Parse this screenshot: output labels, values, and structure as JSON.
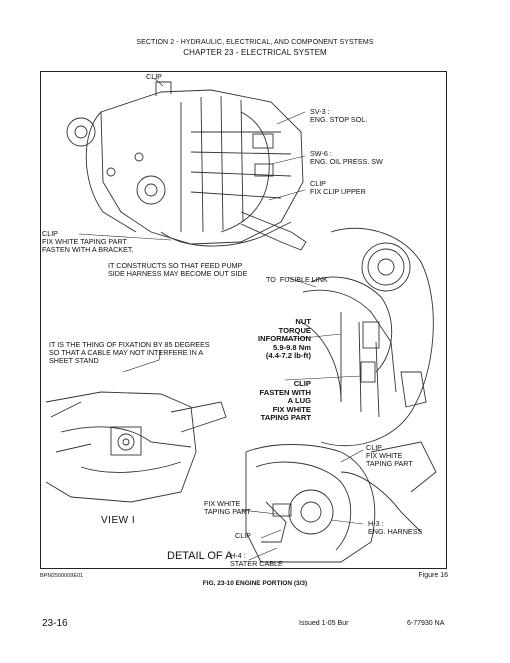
{
  "header": {
    "section": "SECTION 2 - HYDRAULIC, ELECTRICAL, AND COMPONENT SYSTEMS",
    "chapter": "CHAPTER 23 - ELECTRICAL SYSTEM"
  },
  "labels": {
    "clip_top": "CLIP",
    "sv3": "SV-3 :\nENG. STOP SOL.",
    "sw6": "SW-6 :\nENG. OIL PRESS. SW",
    "clip_fix_upper": "CLIP\nFIX CLIP UPPER",
    "clip_fix_white": "CLIP\nFIX WHITE TAPING PART\nFASTEN WITH A BRACKET.",
    "feed_pump": "IT CONSTRUCTS SO THAT FEED PUMP\nSIDE HARNESS MAY BECOME OUT SIDE",
    "fusible_link": "TO  FUSIBLE LINK",
    "nut_torque": "NUT\nTORQUE\nINFORMATION\n5.9-9.8 Nm\n(4.4-7.2 lb-ft)",
    "fixation": "IT IS THE THING OF FIXATION BY 85 DEGREES\nSO THAT A CABLE MAY NOT INTERFERE IN A\nSHEET STAND",
    "clip_lug": "CLIP\nFASTEN WITH\nA LUG\nFIX WHITE\nTAPING PART",
    "clip_right": "CLIP\nFIX WHITE\nTAPING PART",
    "fix_white_left": "FIX WHITE\nTAPING PART",
    "clip_bottom": "CLIP",
    "h3": "H-3 :\nENG. HARNESS",
    "view": "VIEW   I",
    "detail": "DETAIL OF A",
    "h4": "H-4 :\nSTATER CABLE"
  },
  "figure": {
    "code": "BPM2500009E01",
    "number": "Figure 16",
    "caption": "FIG. 23-10 ENGINE PORTION (3/3)"
  },
  "footer": {
    "page": "23-16",
    "issued": "Issued 1-05   Bur",
    "part_no": "6-77930 NA"
  }
}
